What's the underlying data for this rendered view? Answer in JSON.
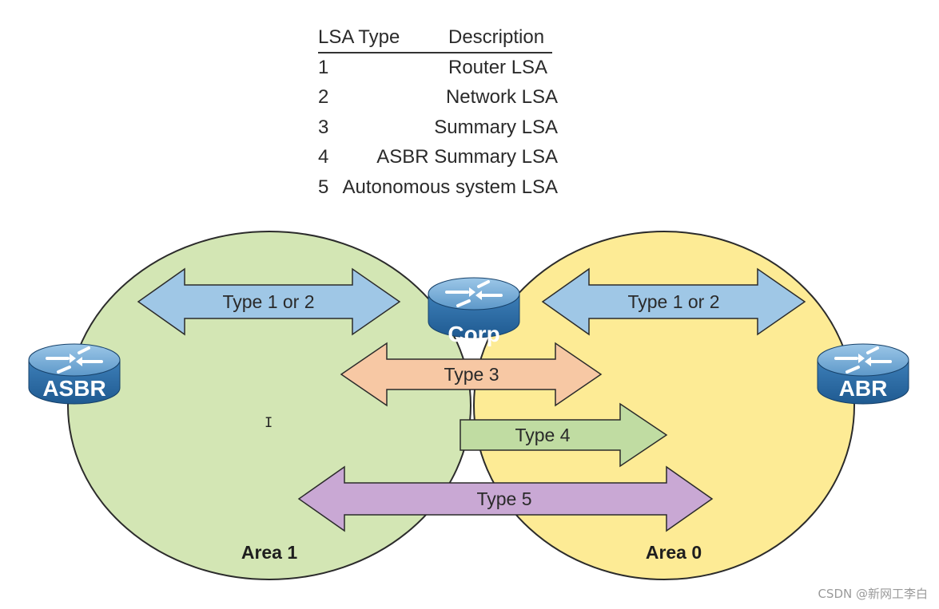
{
  "table": {
    "header": {
      "type": "LSA Type",
      "description": "Description"
    },
    "rows": [
      {
        "type": "1",
        "description": "Router LSA"
      },
      {
        "type": "2",
        "description": "Network LSA"
      },
      {
        "type": "3",
        "description": "Summary LSA"
      },
      {
        "type": "4",
        "description": "ASBR Summary LSA"
      },
      {
        "type": "5",
        "description": "Autonomous system LSA"
      }
    ]
  },
  "areas": {
    "left": {
      "label": "Area 1",
      "color": "#d3e6b4"
    },
    "right": {
      "label": "Area 0",
      "color": "#fdeb95"
    }
  },
  "routers": {
    "asbr": {
      "label": "ASBR",
      "icon": "router-icon"
    },
    "corp": {
      "label": "Corp",
      "icon": "router-icon"
    },
    "abr": {
      "label": "ABR",
      "icon": "router-icon"
    }
  },
  "arrows": {
    "area1_type12": {
      "label": "Type 1 or 2",
      "color": "#9fc7e6"
    },
    "area0_type12": {
      "label": "Type 1 or 2",
      "color": "#9fc7e6"
    },
    "type3": {
      "label": "Type 3",
      "color": "#f7c8a4"
    },
    "type4": {
      "label": "Type 4",
      "color": "#c0dca2"
    },
    "type5": {
      "label": "Type 5",
      "color": "#c9a8d4"
    }
  },
  "watermark": "CSDN @新网工李白"
}
